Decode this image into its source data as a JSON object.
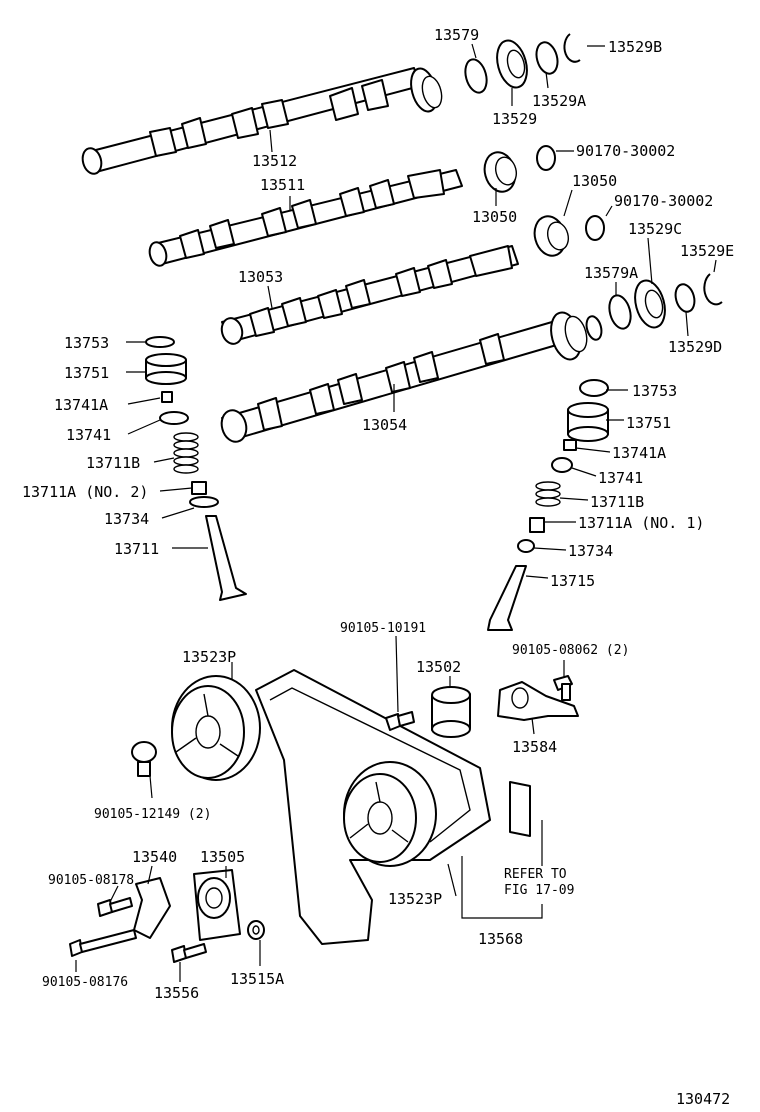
{
  "diagram_id": "130472",
  "labels": {
    "p13579": "13579",
    "p13529B": "13529B",
    "p13529A": "13529A",
    "p13529": "13529",
    "p13512": "13512",
    "p90170a": "90170-30002",
    "p13511": "13511",
    "p13050a": "13050",
    "p13050b": "13050",
    "p90170b": "90170-30002",
    "p13529C": "13529C",
    "p13529E": "13529E",
    "p13053": "13053",
    "p13579A": "13579A",
    "p13529D": "13529D",
    "p13753L": "13753",
    "p13751L": "13751",
    "p13741AL": "13741A",
    "p13741L": "13741",
    "p13711BL": "13711B",
    "p13711AL": "13711A (NO. 2)",
    "p13734L": "13734",
    "p13711": "13711",
    "p13054": "13054",
    "p13753R": "13753",
    "p13751R": "13751",
    "p13741AR": "13741A",
    "p13741R": "13741",
    "p13711BR": "13711B",
    "p13711AR": "13711A (NO. 1)",
    "p13734R": "13734",
    "p13715": "13715",
    "p90105_10191": "90105-10191",
    "p90105_08062": "90105-08062 (2)",
    "p13523P_top": "13523P",
    "p13502": "13502",
    "p13584": "13584",
    "p90105_12149": "90105-12149 (2)",
    "p13540": "13540",
    "p13505": "13505",
    "p90105_08178": "90105-08178",
    "p13523P_bot": "13523P",
    "p13568": "13568",
    "refer1": "REFER TO",
    "refer2": "FIG 17-09",
    "p90105_08176": "90105-08176",
    "p13556": "13556",
    "p13515A": "13515A"
  }
}
